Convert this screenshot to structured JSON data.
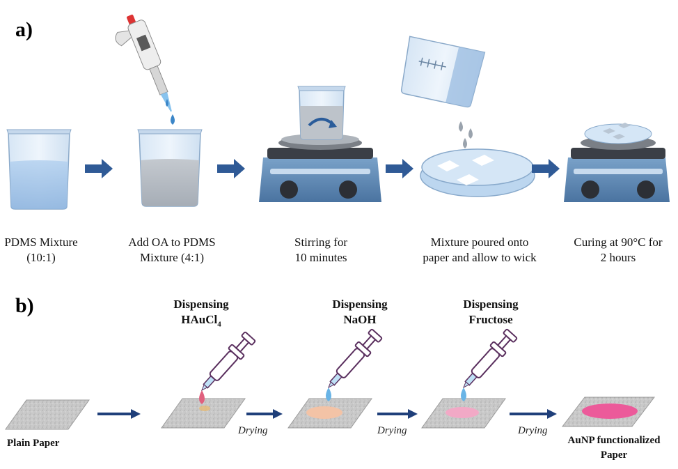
{
  "panel_a": {
    "label": "a)",
    "steps": [
      {
        "line1": "PDMS Mixture",
        "line2": "(10:1)"
      },
      {
        "line1": "Add OA to PDMS",
        "line2": "Mixture (4:1)"
      },
      {
        "line1": "Stirring for",
        "line2": "10 minutes"
      },
      {
        "line1": "Mixture poured onto",
        "line2": "paper and allow to wick"
      },
      {
        "line1": "Curing at 90°C for",
        "line2": "2 hours"
      }
    ]
  },
  "panel_b": {
    "label": "b)",
    "dispense": [
      {
        "line1": "Dispensing",
        "line2_main": "HAuCl",
        "line2_sub": "4"
      },
      {
        "line1": "Dispensing",
        "line2_main": "NaOH",
        "line2_sub": ""
      },
      {
        "line1": "Dispensing",
        "line2_main": "Fructose",
        "line2_sub": ""
      }
    ],
    "drying": [
      "Drying",
      "Drying",
      "Drying"
    ],
    "start_label": "Plain Paper",
    "end_label_line1": "AuNP functionalized",
    "end_label_line2": "Paper"
  },
  "colors": {
    "arrow": "#1f3f7a",
    "beaker_liquid": "#a9c8ec",
    "beaker_liquid_grey": "#b6bcc4",
    "stirrer_base": "#5f8ab3",
    "pipette_outline": "#5a2f5e",
    "paper": "#c7c7c7",
    "drop_pink": "#e0607e",
    "spot_peach": "#f3c3a6",
    "spot_pink": "#f2a9c6",
    "spot_magenta": "#ec5a9a"
  }
}
